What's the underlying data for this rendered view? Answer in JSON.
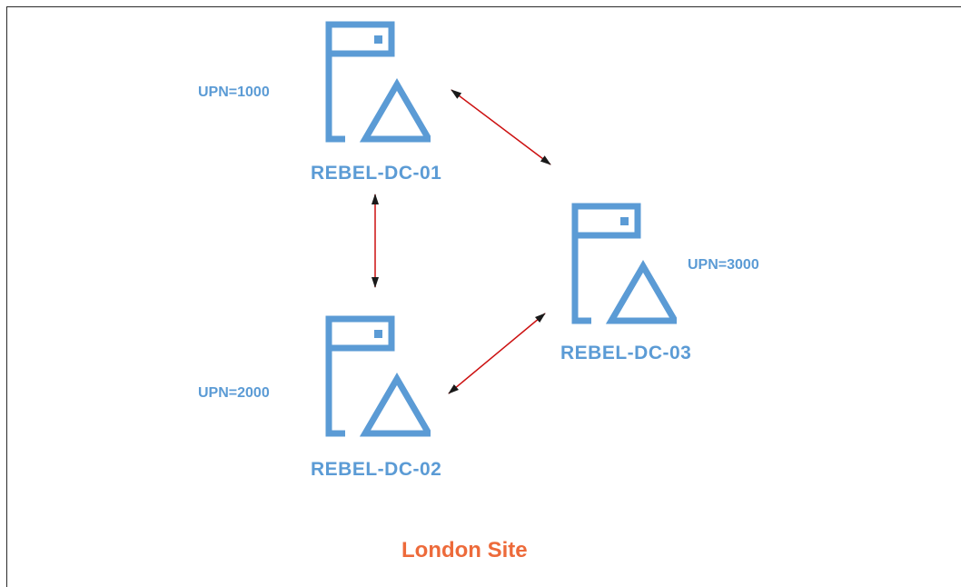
{
  "diagram": {
    "site_label": "London Site",
    "colors": {
      "server_icon": "#5b9bd5",
      "label_text": "#5b9bd5",
      "site_label": "#ed6a3a",
      "link_line": "#cc1010",
      "link_arrowhead": "#1a1a1a"
    },
    "servers": [
      {
        "name": "REBEL-DC-01",
        "upn": "UPN=1000",
        "icon": "domain-controller-server-icon"
      },
      {
        "name": "REBEL-DC-02",
        "upn": "UPN=2000",
        "icon": "domain-controller-server-icon"
      },
      {
        "name": "REBEL-DC-03",
        "upn": "UPN=3000",
        "icon": "domain-controller-server-icon"
      }
    ],
    "links": [
      {
        "from": "REBEL-DC-01",
        "to": "REBEL-DC-03",
        "direction": "bidirectional"
      },
      {
        "from": "REBEL-DC-01",
        "to": "REBEL-DC-02",
        "direction": "bidirectional"
      },
      {
        "from": "REBEL-DC-02",
        "to": "REBEL-DC-03",
        "direction": "bidirectional"
      }
    ]
  }
}
